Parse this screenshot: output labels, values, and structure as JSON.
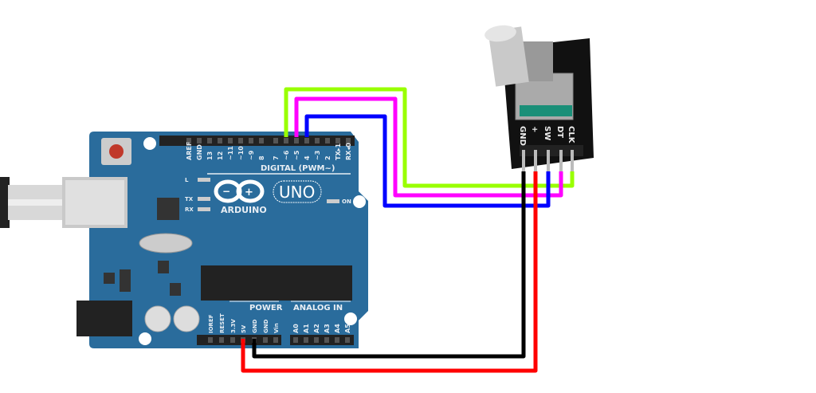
{
  "board": {
    "logo_text": "ARDUINO",
    "model": "UNO",
    "digital_header_label": "DIGITAL (PWM~)",
    "digital_pins": [
      "AREF",
      "GND",
      "13",
      "12",
      "~11",
      "~10",
      "~9",
      "8",
      "7",
      "~6",
      "~5",
      "4",
      "~3",
      "2",
      "TX▸1",
      "RX◂0"
    ],
    "led_labels": [
      "L",
      "TX",
      "RX"
    ],
    "on_label": "ON",
    "power_label": "POWER",
    "power_pins": [
      "IOREF",
      "RESET",
      "3.3V",
      "5V",
      "GND",
      "GND",
      "Vin"
    ],
    "analog_label": "ANALOG IN",
    "analog_pins": [
      "A0",
      "A1",
      "A2",
      "A3",
      "A4",
      "A5"
    ],
    "color": "#2a6c9c"
  },
  "encoder": {
    "pins": [
      "GND",
      "+",
      "SW",
      "DT",
      "CLK"
    ]
  },
  "wires": [
    {
      "from": "CLK",
      "to": "~6",
      "color": "#99ff00"
    },
    {
      "from": "DT",
      "to": "~5",
      "color": "#ff00ff"
    },
    {
      "from": "SW",
      "to": "4",
      "color": "#0000ff"
    },
    {
      "from": "+",
      "to": "5V",
      "color": "#ff0000"
    },
    {
      "from": "GND",
      "to": "GND",
      "color": "#000000"
    }
  ]
}
